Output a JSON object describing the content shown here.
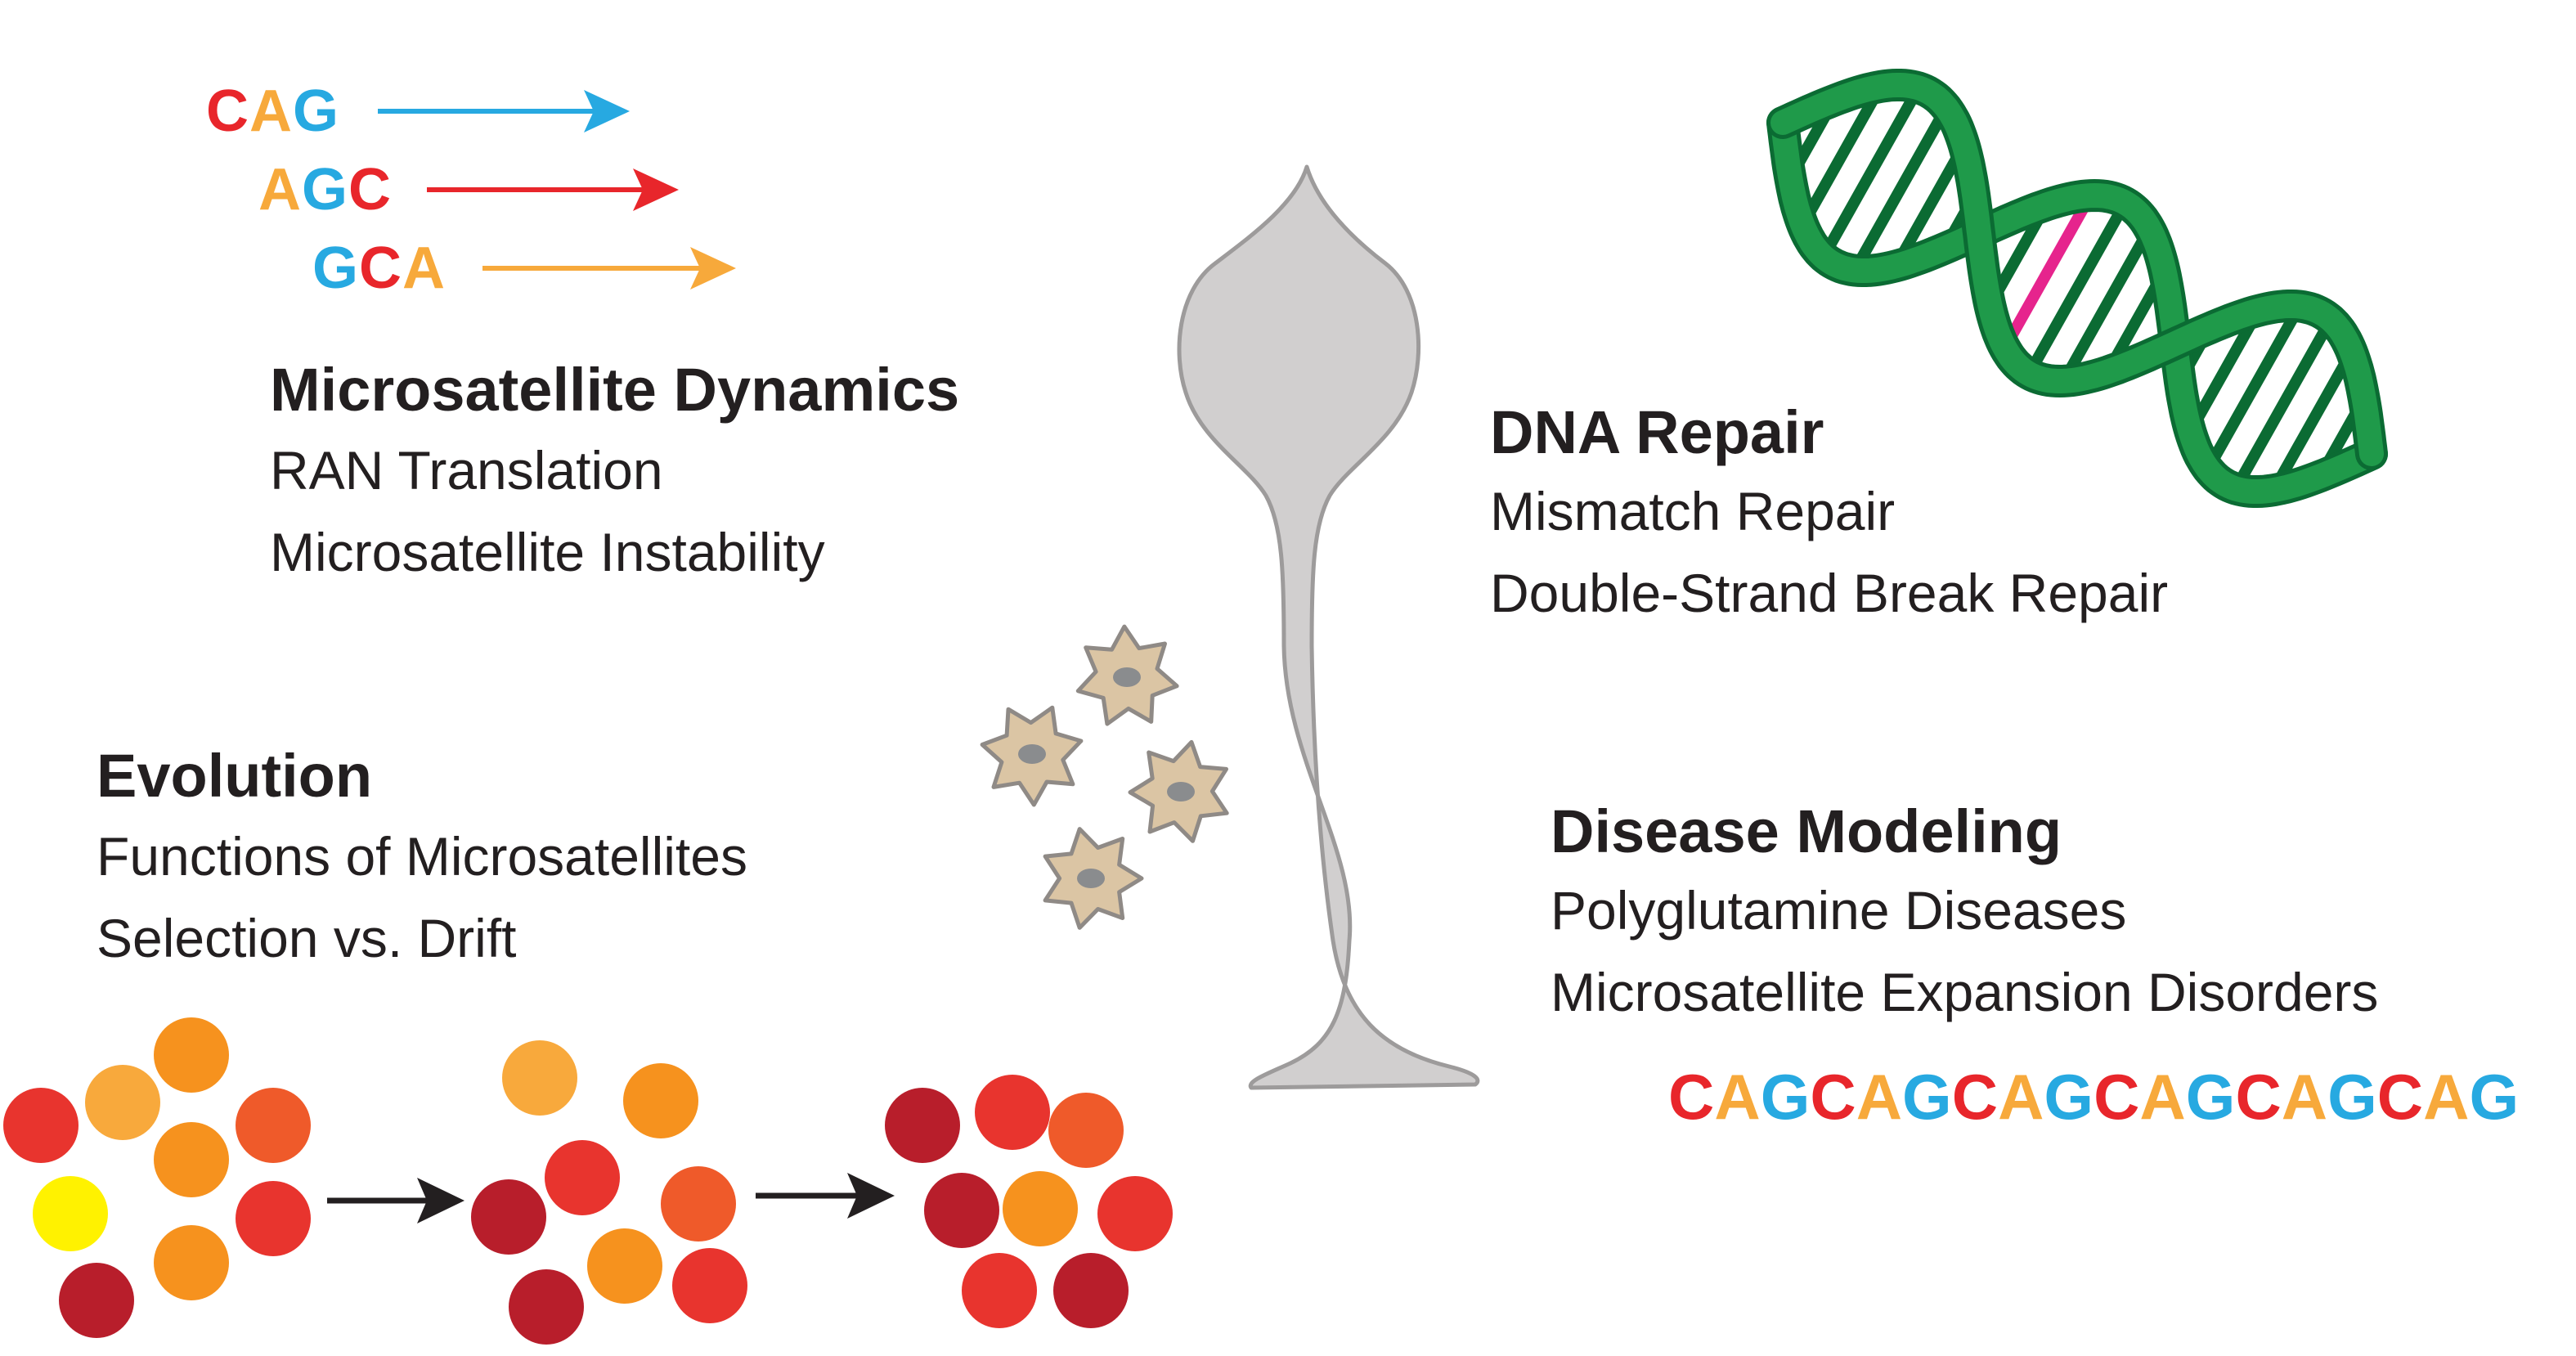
{
  "colors": {
    "red": "#e8262b",
    "orange": "#f7a93b",
    "blue": "#27a9e1",
    "green": "#1f9a4a",
    "dark_green": "#0b6b33",
    "magenta": "#e6248d",
    "neuron_fill": "#d1cfcf",
    "neuron_stroke": "#9d9b9b",
    "cell_fill": "#dbc5a4",
    "cell_stroke": "#8f8a86",
    "nucleus": "#8a8c8e",
    "text": "#231f20"
  },
  "codons": [
    {
      "letters": [
        {
          "ch": "C",
          "color": "red"
        },
        {
          "ch": "A",
          "color": "orange"
        },
        {
          "ch": "G",
          "color": "blue"
        }
      ],
      "arrow_color": "blue"
    },
    {
      "letters": [
        {
          "ch": "A",
          "color": "orange"
        },
        {
          "ch": "G",
          "color": "blue"
        },
        {
          "ch": "C",
          "color": "red"
        }
      ],
      "arrow_color": "red"
    },
    {
      "letters": [
        {
          "ch": "G",
          "color": "blue"
        },
        {
          "ch": "C",
          "color": "red"
        },
        {
          "ch": "A",
          "color": "orange"
        }
      ],
      "arrow_color": "orange"
    }
  ],
  "sections": {
    "microsatellite_dynamics": {
      "title": "Microsatellite Dynamics",
      "items": [
        "RAN Translation",
        "Microsatellite Instability"
      ]
    },
    "dna_repair": {
      "title": "DNA Repair",
      "items": [
        "Mismatch Repair",
        "Double-Strand Break Repair"
      ]
    },
    "evolution": {
      "title": "Evolution",
      "items": [
        "Functions of Microsatellites",
        "Selection vs. Drift"
      ]
    },
    "disease_modeling": {
      "title": "Disease Modeling",
      "items": [
        "Polyglutamine Diseases",
        "Microsatellite Expansion Disorders"
      ]
    }
  },
  "repeat_sequence": "CAGCAGCAGCAGCAGCAG",
  "population_colors": {
    "dark_red": "#b81e2b",
    "red": "#e8342e",
    "red_orange": "#ef5a2a",
    "orange": "#f6921e",
    "light_orange": "#f8a93c",
    "yellow": "#fff200"
  },
  "populations": [
    [
      "red",
      "light_orange",
      "orange",
      "red_orange",
      "orange",
      "yellow",
      "red",
      "orange",
      "dark_red"
    ],
    [
      "light_orange",
      "orange",
      "red",
      "dark_red",
      "red_orange",
      "orange",
      "dark_red",
      "red"
    ],
    [
      "dark_red",
      "red",
      "red_orange",
      "dark_red",
      "orange",
      "red",
      "red",
      "dark_red"
    ]
  ]
}
